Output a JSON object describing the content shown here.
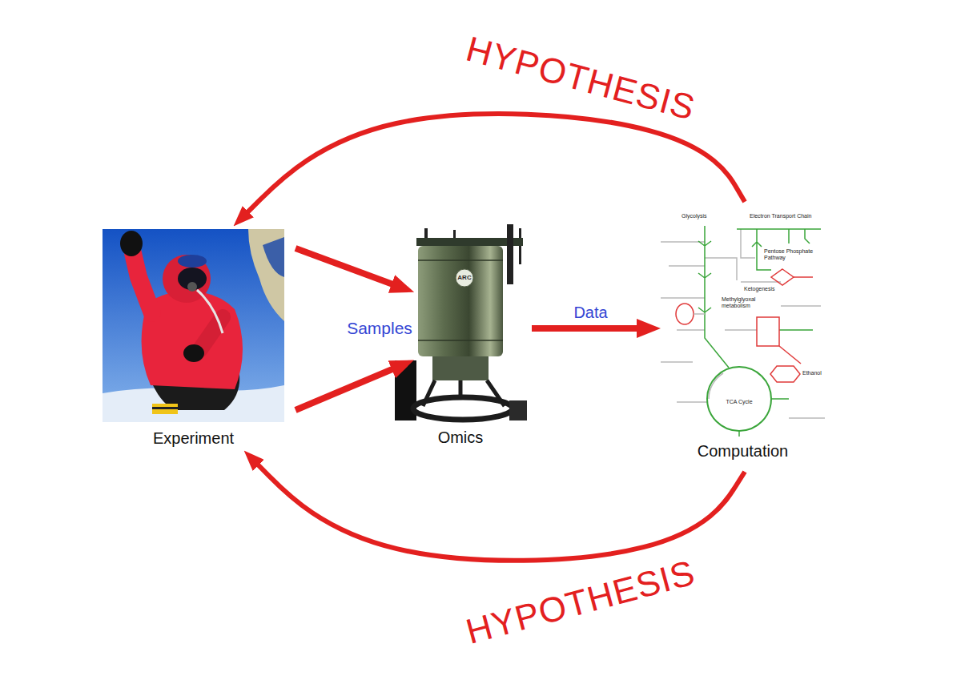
{
  "diagram": {
    "nodes": [
      {
        "text": [
          "Experiment"
        ]
      },
      {
        "text": [
          "Omics"
        ]
      },
      {
        "text": [
          "Computation"
        ]
      }
    ],
    "edges": [
      {
        "from": 0,
        "to": 1,
        "arrow": "to"
      },
      {
        "from": 0,
        "to": 1,
        "arrow": "to"
      },
      {
        "from": 1,
        "to": 2,
        "label": "Data",
        "arrow": "to"
      },
      {
        "from": 2,
        "to": 0,
        "label": "HYPOTHESIS",
        "arrow": "to"
      },
      {
        "from": 2,
        "to": 0,
        "label": "HYPOTHESIS",
        "arrow": "to"
      }
    ],
    "labels": [
      "Samples",
      "ARC",
      "Glycolysis",
      "Electron Transport Chain",
      "Pentose Phosphate Pathway",
      "Ketogenesis",
      "Methylglyoxal metabolism",
      "TCA Cycle",
      "Ethanol"
    ]
  }
}
